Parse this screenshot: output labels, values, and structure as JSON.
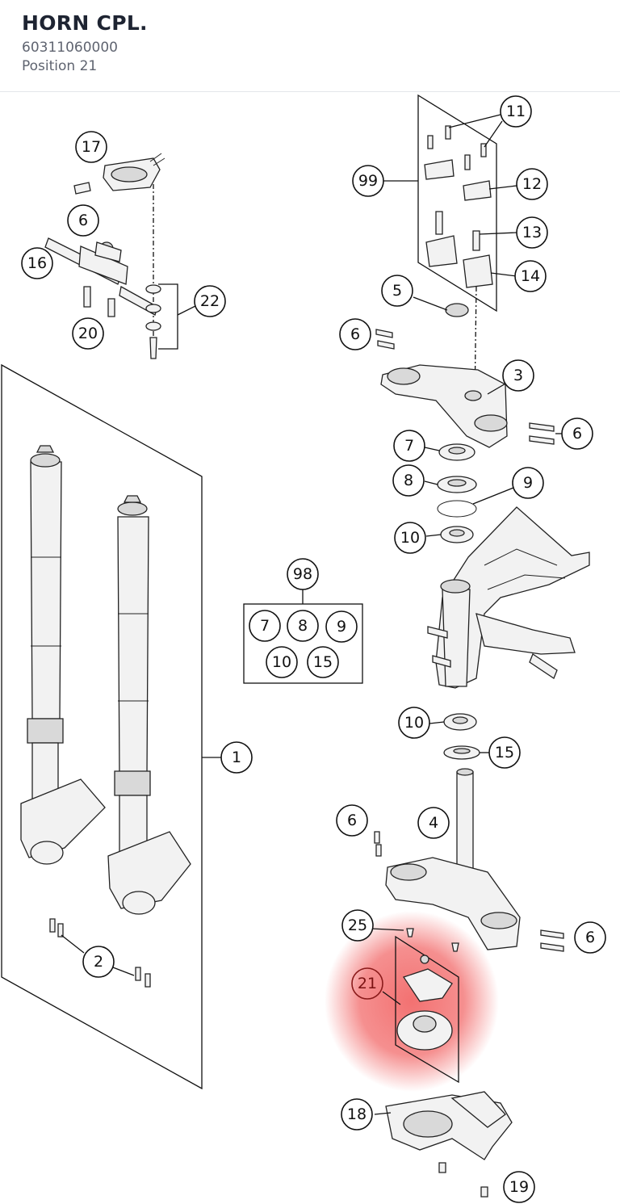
{
  "header": {
    "title": "HORN CPL.",
    "part_number": "60311060000",
    "position": "Position 21"
  },
  "highlight": {
    "callout": "21",
    "color": "#f26a6a"
  },
  "callouts": {
    "c1": "1",
    "c2": "2",
    "c3": "3",
    "c4": "4",
    "c5": "5",
    "c6a": "6",
    "c6b": "6",
    "c6c": "6",
    "c6d": "6",
    "c6e": "6",
    "c7": "7",
    "c8": "8",
    "c9": "9",
    "c10a": "10",
    "c10b": "10",
    "c11": "11",
    "c12": "12",
    "c13": "13",
    "c14": "14",
    "c15": "15",
    "c16": "16",
    "c17": "17",
    "c18": "18",
    "c19": "19",
    "c20": "20",
    "c21": "21",
    "c22": "22",
    "c25": "25",
    "c98": "98",
    "c99": "99",
    "k7": "7",
    "k8": "8",
    "k9": "9",
    "k10": "10",
    "k15": "15"
  }
}
